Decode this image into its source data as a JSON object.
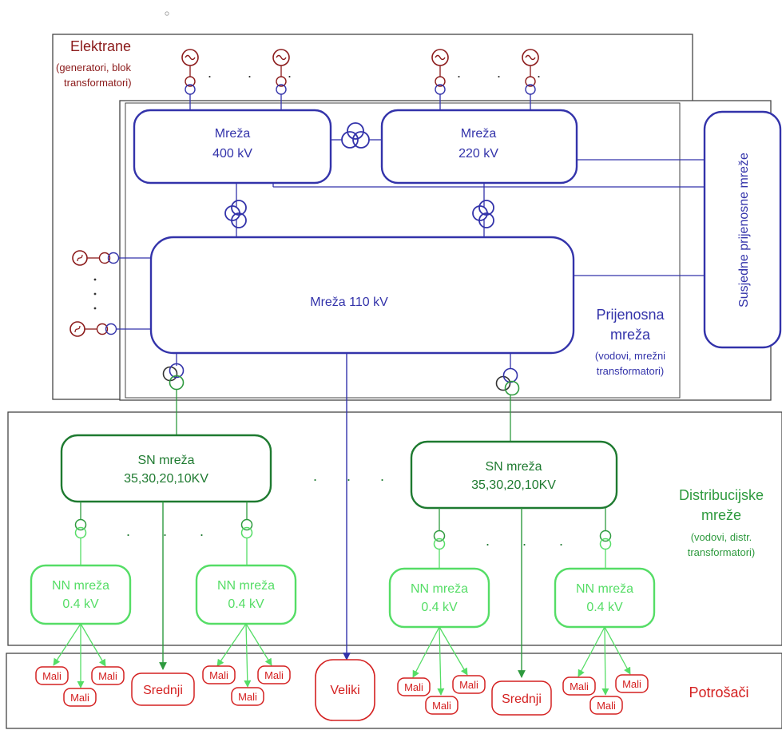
{
  "elektrane": {
    "title": "Elektrane",
    "sub1": "(generatori, blok",
    "sub2": "transformatori)"
  },
  "prijenos": {
    "mreza400_l1": "Mreža",
    "mreza400_l2": "400 kV",
    "mreza220_l1": "Mreža",
    "mreza220_l2": "220 kV",
    "mreza110": "Mreža 110 kV",
    "title_l1": "Prijenosna",
    "title_l2": "mreža",
    "sub1": "(vodovi, mrežni",
    "sub2": "transformatori)",
    "susjedne": "Susjedne prijenosne mreže"
  },
  "distribucija": {
    "sn_l1": "SN mreža",
    "sn_l2": "35,30,20,10KV",
    "nn_l1": "NN mreža",
    "nn_l2": "0.4 kV",
    "title_l1": "Distribucijske",
    "title_l2": "mreže",
    "sub1": "(vodovi, distr.",
    "sub2": "transformatori)"
  },
  "potrosaci": {
    "title": "Potrošači",
    "mali": "Mali",
    "srednji": "Srednji",
    "veliki": "Veliki"
  },
  "ellipsis": ". . .",
  "colors": {
    "blue": "#3333aa",
    "darkred": "#8b1a1a",
    "green": "#1e7a30",
    "lightgreen": "#55dd66",
    "red": "#d42020",
    "frame": "#444444"
  }
}
